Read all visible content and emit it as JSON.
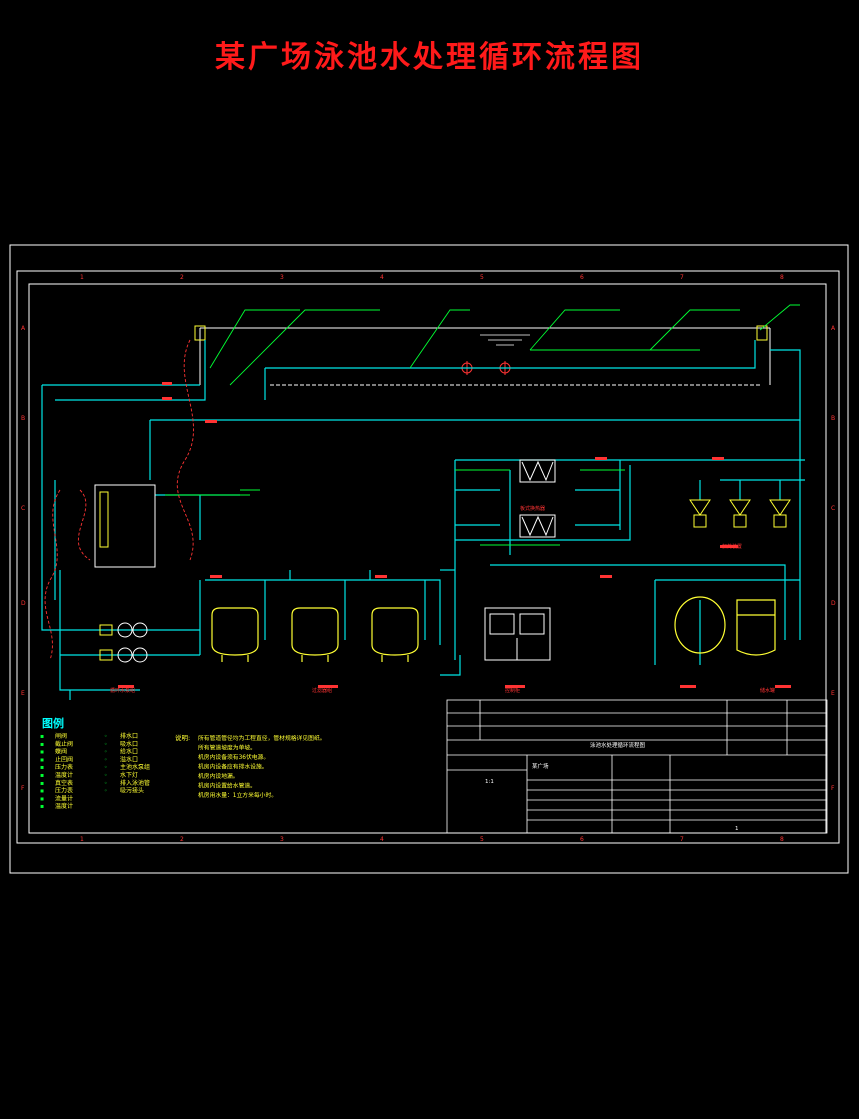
{
  "title": "某广场泳池水处理循环流程图",
  "colors": {
    "background": "#000000",
    "title": "#ff1a1a",
    "frame": "#ffffff",
    "pipe_main": "#00e5e5",
    "pipe_chem": "#00ff33",
    "equipment": "#ffff33",
    "annotation": "#ff3333"
  },
  "legend": {
    "header": "图例",
    "left_items": [
      "闸阀",
      "截止阀",
      "蝶阀",
      "止回阀",
      "压力表",
      "温度计",
      "真空表",
      "压力表",
      "流量计",
      "温度计"
    ],
    "mid_items": [
      "排水口",
      "吸水口",
      "给水口",
      "溢水口",
      "主池水泵组",
      "水下灯",
      "排入泳池管",
      "吸污接头"
    ]
  },
  "notes": {
    "header": "说明:",
    "lines": [
      "所有管道管径均为工程直径，管材规格详见图纸。",
      "所有管道坡度为单坡。",
      "机房内设备须有36伏电源。",
      "机房内设备应有排水设施。",
      "机房内设地漏。",
      "机房内设置给水管道。",
      "机房用水量：1立方米每小时。"
    ]
  },
  "equipment_labels": {
    "pump_group": "循环水泵组",
    "filters": "过滤器组",
    "control_cabinet": "控制柜",
    "heat_exchangers": "板式换热器",
    "dosing": "加药装置",
    "storage_tanks": "储水罐"
  },
  "grid_top": [
    "1",
    "2",
    "3",
    "4",
    "5",
    "6",
    "7",
    "8"
  ],
  "grid_side": [
    "A",
    "B",
    "C",
    "D",
    "E",
    "F"
  ],
  "title_block": {
    "project": "某广场",
    "drawing": "泳池水处理循环流程图",
    "sheet": "1",
    "scale": "1:1"
  }
}
